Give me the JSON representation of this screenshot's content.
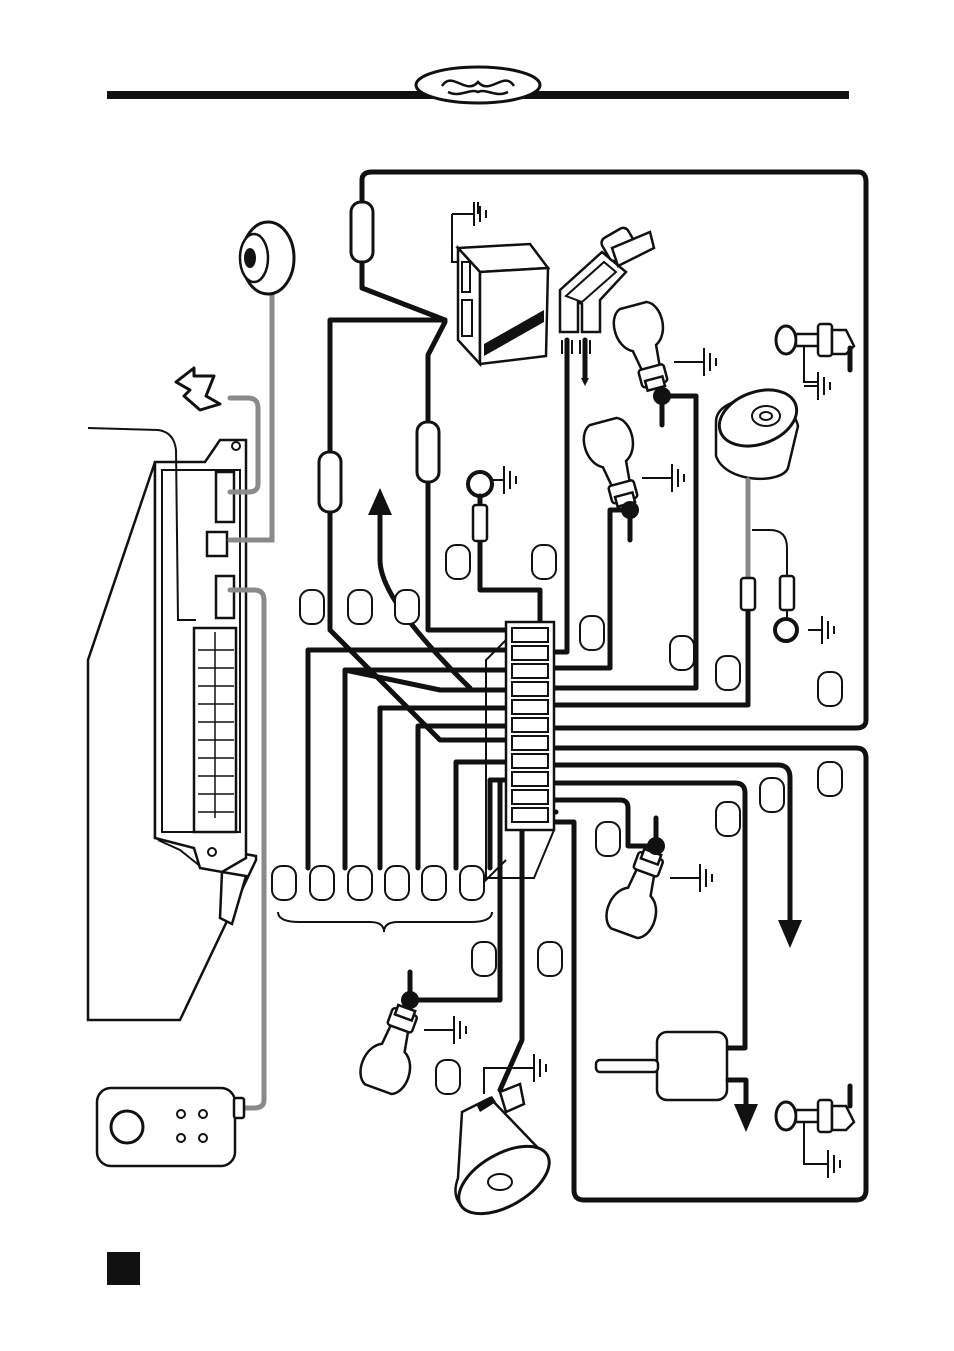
{
  "page": {
    "corner_mark": "black-square"
  },
  "header": {
    "ornament": "ornament-icon",
    "rule_color": "#111111"
  },
  "components": [
    {
      "name": "control-unit",
      "icon": "control-unit-icon"
    },
    {
      "name": "relay-module",
      "icon": "relay-box-icon"
    },
    {
      "name": "ignition-switch",
      "icon": "ignition-key-icon"
    },
    {
      "name": "door-pin-switch-top",
      "icon": "pin-switch-icon"
    },
    {
      "name": "door-pin-switch-bottom",
      "icon": "pin-switch-icon"
    },
    {
      "name": "led-indicator",
      "icon": "led-icon"
    },
    {
      "name": "shock-sensor",
      "icon": "sensor-icon"
    },
    {
      "name": "siren",
      "icon": "siren-icon"
    },
    {
      "name": "door-lock-actuator",
      "icon": "actuator-icon"
    },
    {
      "name": "remote-transmitter",
      "icon": "remote-icon"
    },
    {
      "name": "indicator-lamp",
      "icon": "bulb-icon"
    }
  ],
  "colors": {
    "wire": "#111111",
    "grey_wire": "#8a8a8a",
    "background": "#ffffff"
  }
}
